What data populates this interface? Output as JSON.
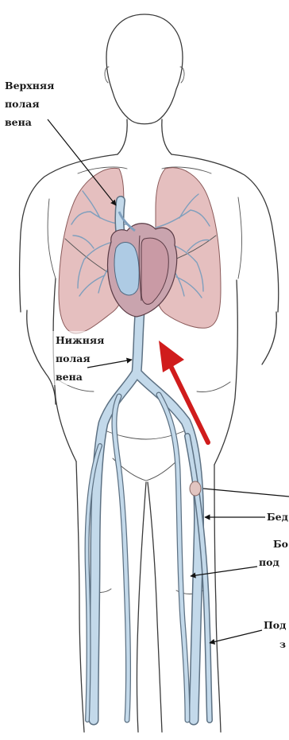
{
  "labels": {
    "svc": [
      "Верхняя",
      "полая",
      "вена"
    ],
    "ivc": [
      "Нижняя",
      "полая",
      "вена"
    ],
    "femoral_vein": "Бед",
    "great_saphenous": [
      "Бо",
      "под"
    ],
    "small_saphenous": [
      "Под",
      "з"
    ]
  },
  "colors": {
    "vein_fill": "#c3d9ea",
    "vein_outline": "#5d7183",
    "lungs": "#e5bfbf",
    "arrow": "#d01c1c",
    "line_art": "#3a3a3a"
  }
}
